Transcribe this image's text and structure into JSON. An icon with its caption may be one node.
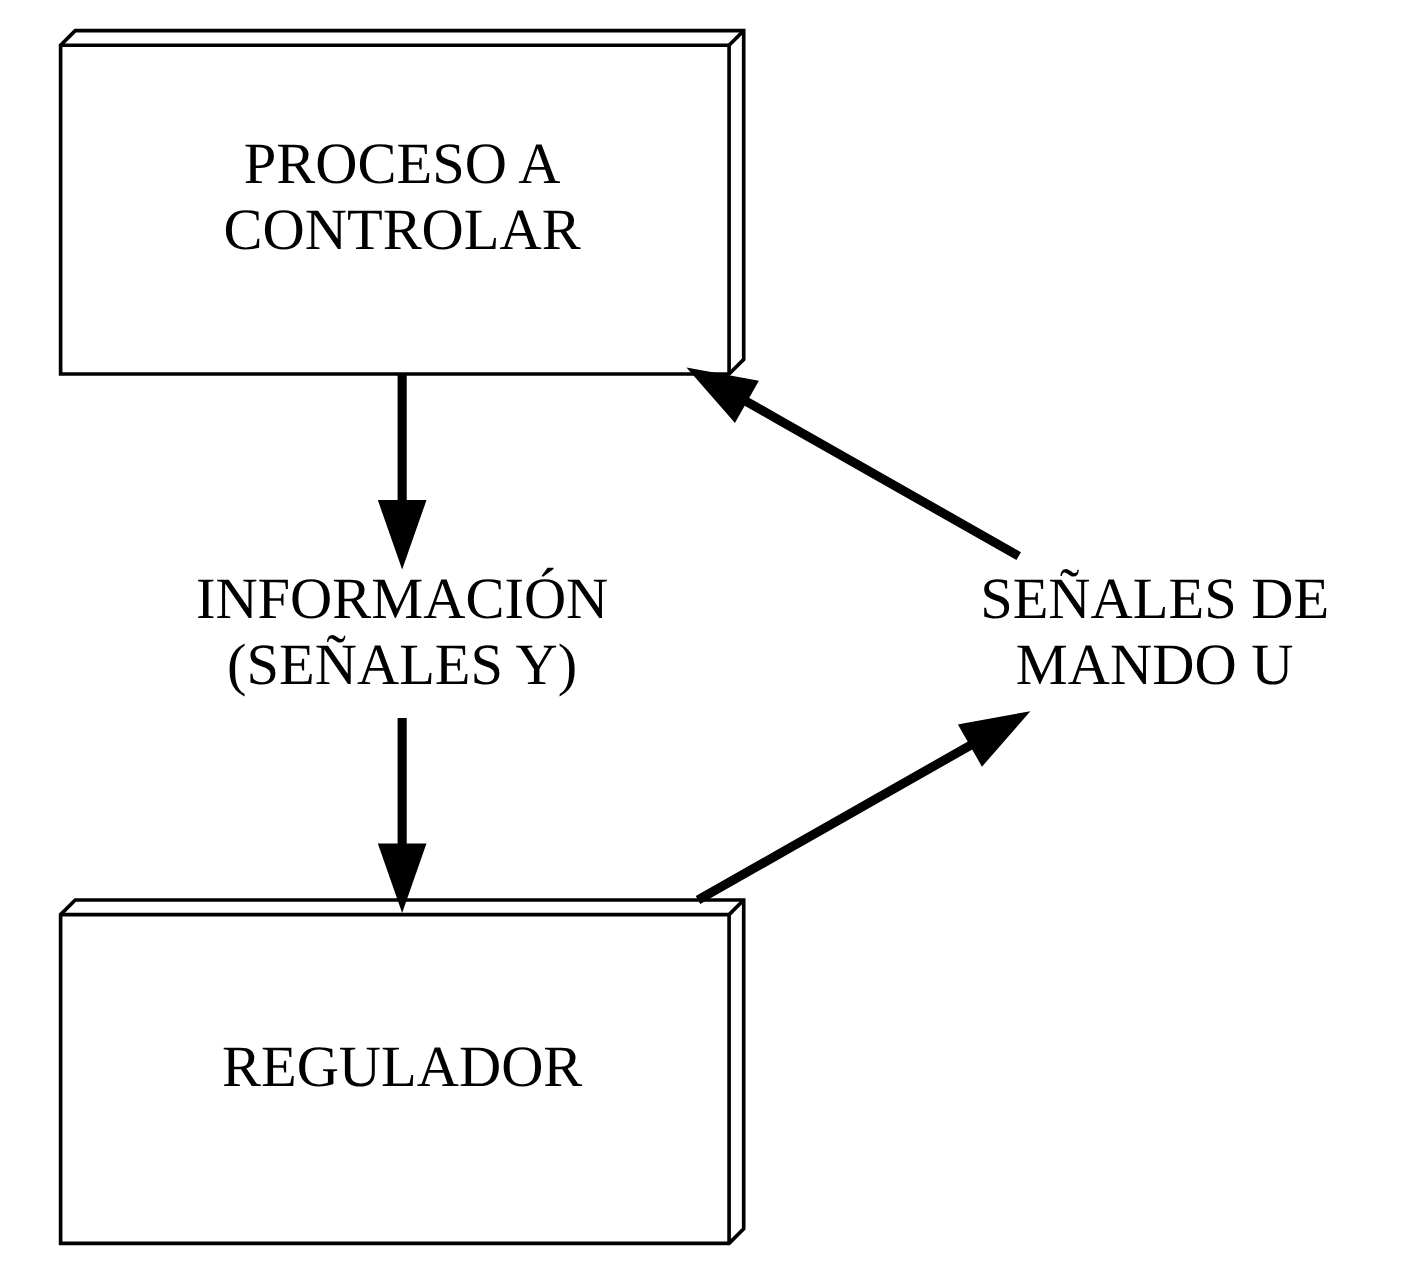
{
  "diagram": {
    "nodes": [
      {
        "text": [
          "PROCESO A CONTROLAR"
        ]
      },
      {
        "text": [
          "SEÑALES DE MANDO U"
        ]
      },
      {
        "text": [
          "INFORMACIÓN (SEÑALES Y)"
        ]
      },
      {
        "text": [
          "REGULADOR"
        ]
      }
    ],
    "edges": [
      {
        "from": 0,
        "to": 2,
        "arrow": "to"
      },
      {
        "from": 2,
        "to": 3,
        "arrow": "to"
      },
      {
        "from": 3,
        "to": 1,
        "arrow": "to"
      },
      {
        "from": 1,
        "to": 0,
        "arrow": "to"
      }
    ]
  }
}
